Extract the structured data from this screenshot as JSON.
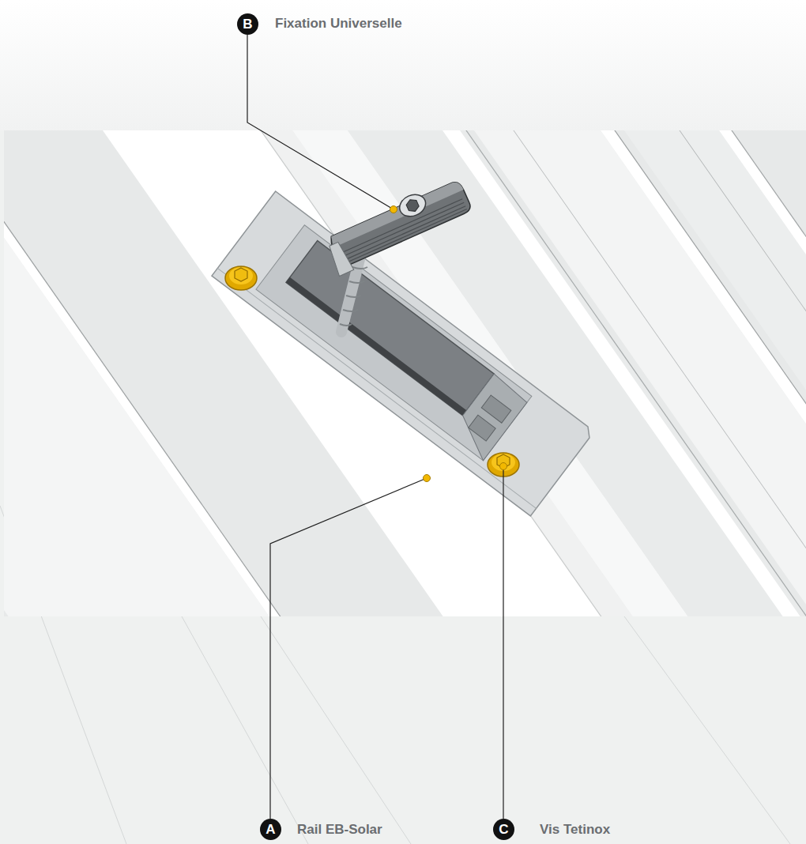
{
  "diagram": {
    "labels": [
      "B",
      "Fixation Universelle",
      "A",
      "Rail EB-Solar",
      "C",
      "Vis Tetinox"
    ]
  }
}
